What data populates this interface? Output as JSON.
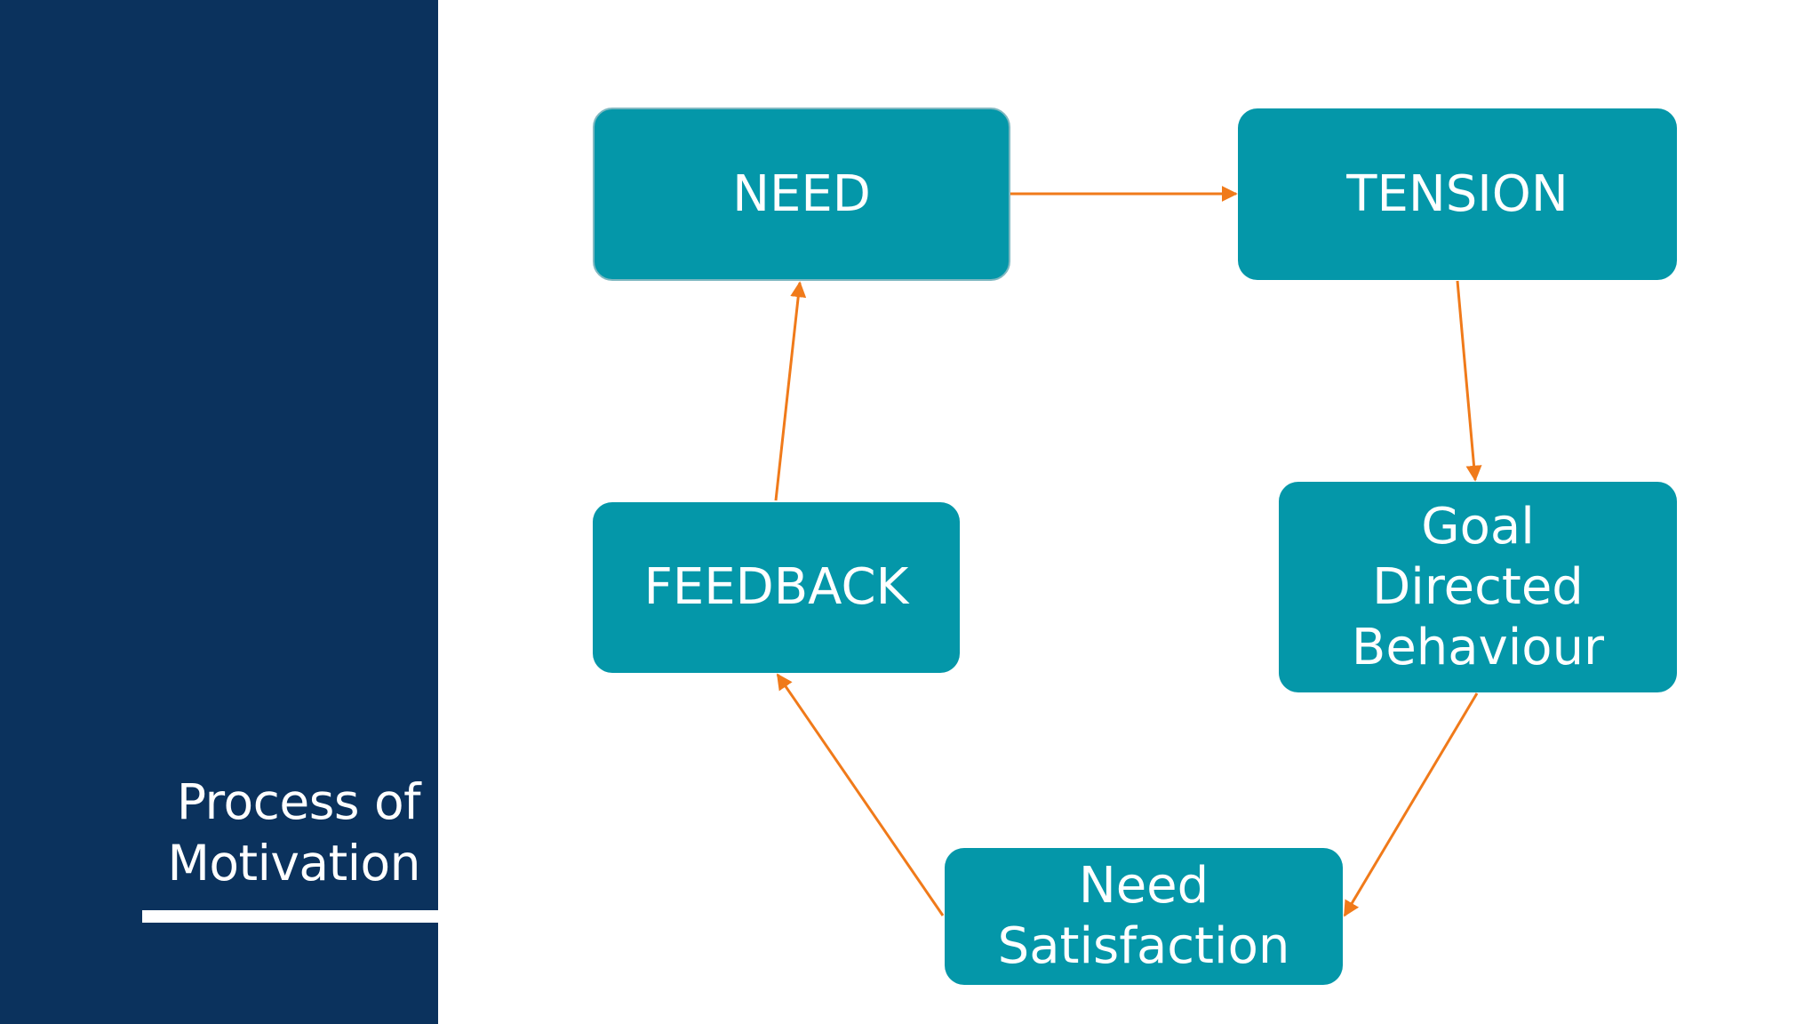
{
  "sidebar": {
    "title_lines": [
      "Process of",
      "Motivation"
    ]
  },
  "diagram": {
    "nodes": {
      "need": [
        "NEED"
      ],
      "tension": [
        "TENSION"
      ],
      "goal": [
        "Goal",
        "Directed",
        "Behaviour"
      ],
      "satisfaction": [
        "Need",
        "Satisfaction"
      ],
      "feedback": [
        "FEEDBACK"
      ]
    },
    "edges": [
      {
        "from": "need",
        "to": "tension"
      },
      {
        "from": "tension",
        "to": "goal"
      },
      {
        "from": "goal",
        "to": "satisfaction"
      },
      {
        "from": "satisfaction",
        "to": "feedback"
      },
      {
        "from": "feedback",
        "to": "need"
      }
    ]
  },
  "colors": {
    "sidebar": "#0b325d",
    "node_fill": "#0497a9",
    "arrow": "#f07a1a",
    "text": "#ffffff"
  }
}
